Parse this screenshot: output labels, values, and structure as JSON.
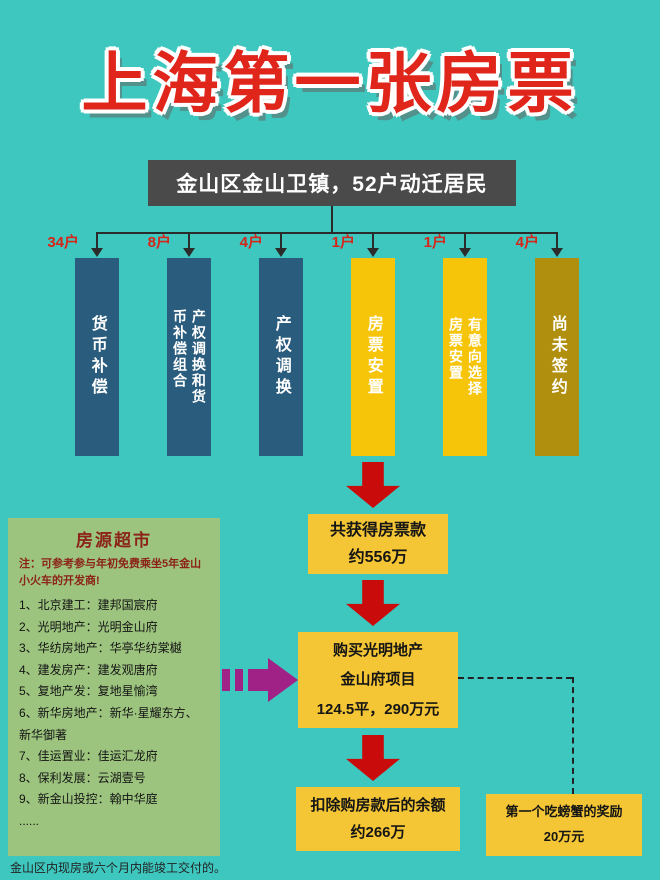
{
  "title": "上海第一张房票",
  "header": {
    "label": "金山区金山卫镇，52户动迁居民"
  },
  "tree": {
    "branches": [
      {
        "count": "34户",
        "label": "货币补偿"
      },
      {
        "count": "8户",
        "label": "产权调换和货\n币补偿组合"
      },
      {
        "count": "4户",
        "label": "产权调换"
      },
      {
        "count": "1户",
        "label": "房票安置"
      },
      {
        "count": "1户",
        "label": "有意向选择\n房票安置"
      },
      {
        "count": "4户",
        "label": "尚未签约"
      }
    ]
  },
  "flow": {
    "box1": {
      "line1": "共获得房票款",
      "line2": "约556万"
    },
    "box2": {
      "line1": "购买光明地产",
      "line2": "金山府项目",
      "line3": "124.5平，290万元"
    },
    "box3": {
      "line1": "扣除购房款后的余额",
      "line2": "约266万"
    },
    "reward": {
      "line1": "第一个吃螃蟹的奖励",
      "line2": "20万元"
    }
  },
  "market": {
    "title": "房源超市",
    "note": "注：可参考参与年初免费乘坐5年金山小火车的开发商!",
    "items": [
      "1、北京建工：建邦国宸府",
      "2、光明地产：光明金山府",
      "3、华纺房地产：华亭华纺棠樾",
      "4、建发房产：建发观唐府",
      "5、复地产发：复地星愉湾",
      "6、新华房地产：新华·星耀东方、新华御著",
      "7、佳运置业：佳运汇龙府",
      "8、保利发展：云湖壹号",
      "9、新金山投控：翰中华庭",
      "......"
    ]
  },
  "footer": "金山区内现房或六个月内能竣工交付的。",
  "colors": {
    "background": "#3EC7BE",
    "title_red": "#E0251B",
    "bar_blue": "#2A5C7E",
    "bar_yellow": "#F6C50A",
    "bar_olive": "#B08E0E",
    "arrow_red": "#C90B0B",
    "box_yellow": "#F4C534",
    "market_green": "#9CC47E",
    "arrow_purple": "#A12286"
  }
}
